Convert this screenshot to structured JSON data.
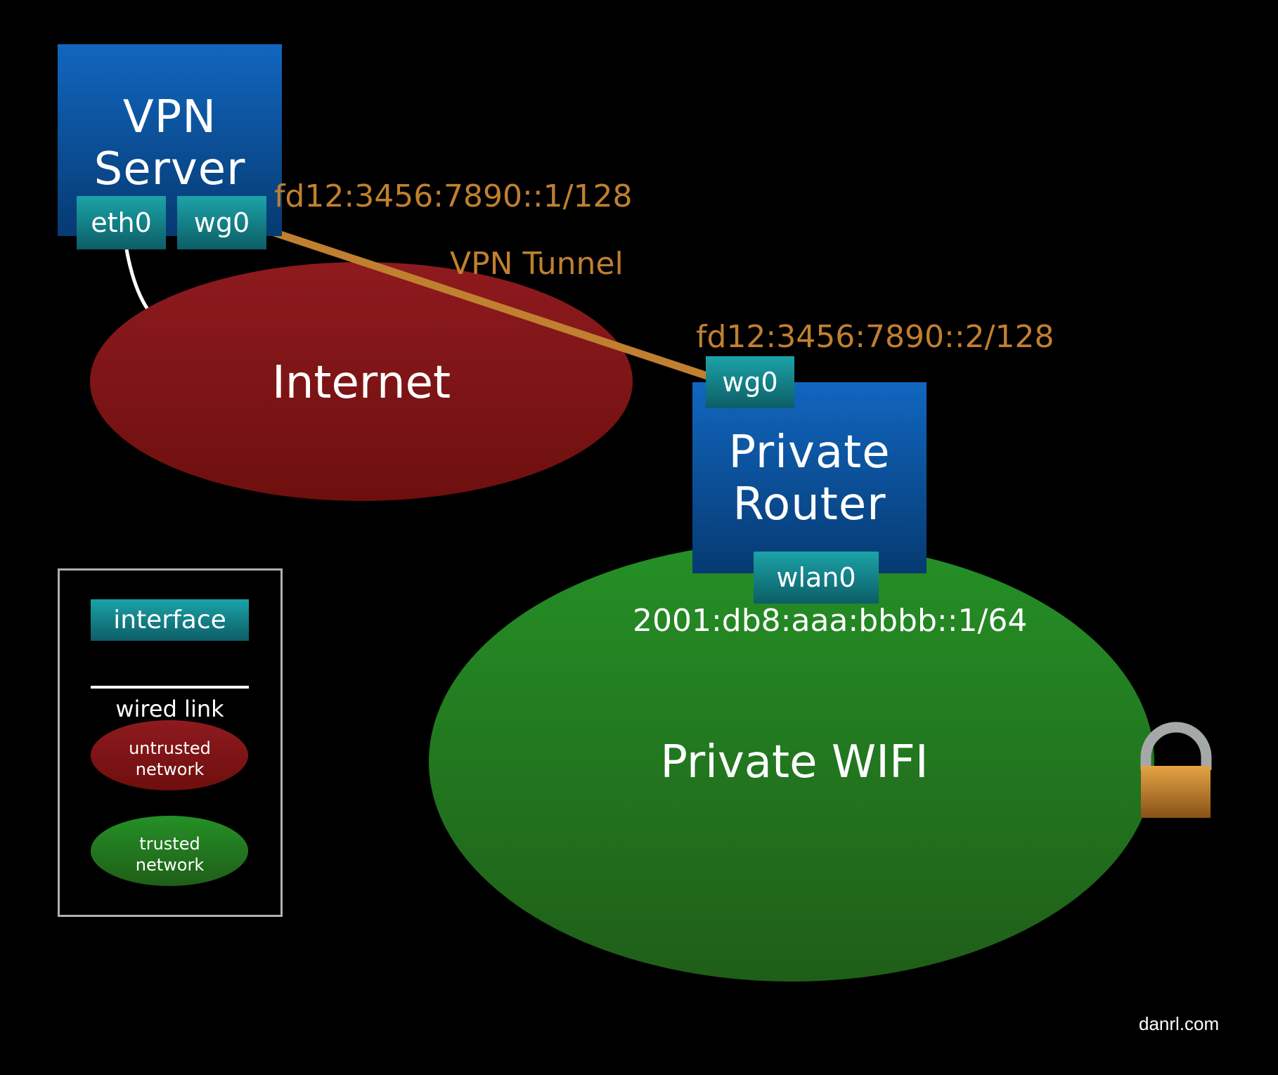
{
  "vpn_server": {
    "title_line1": "VPN",
    "title_line2": "Server",
    "iface_eth": "eth0",
    "iface_wg": "wg0",
    "wg_address": "fd12:3456:7890::1/128"
  },
  "tunnel": {
    "label": "VPN Tunnel"
  },
  "internet": {
    "label": "Internet"
  },
  "router": {
    "title_line1": "Private",
    "title_line2": "Router",
    "iface_wg": "wg0",
    "wg_address": "fd12:3456:7890::2/128",
    "iface_wlan": "wlan0",
    "wlan_address": "2001:db8:aaa:bbbb::1/64"
  },
  "wifi": {
    "label": "Private WIFI"
  },
  "legend": {
    "interface": "interface",
    "wired": "wired link",
    "untrusted_l1": "untrusted",
    "untrusted_l2": "network",
    "trusted_l1": "trusted",
    "trusted_l2": "network"
  },
  "colors": {
    "server_blue": "#1166bf",
    "interface_teal": "#1ba3a8",
    "untrusted_red": "#8b1a1c",
    "trusted_green": "#248c24",
    "tunnel_orange": "#c08030"
  },
  "credit": "danrl.com"
}
